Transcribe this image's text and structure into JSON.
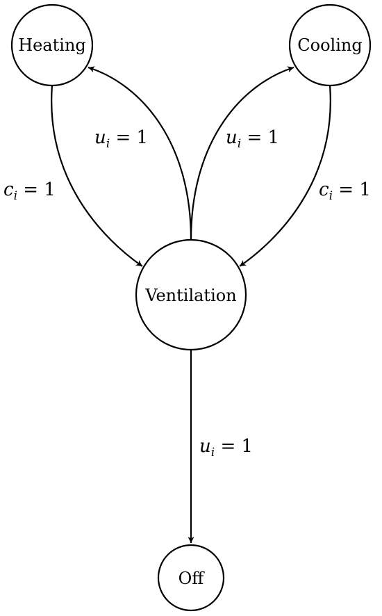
{
  "nodes": {
    "heating": {
      "label": "Heating"
    },
    "cooling": {
      "label": "Cooling"
    },
    "ventilation": {
      "label": "Ventilation"
    },
    "off": {
      "label": "Off"
    }
  },
  "edges": {
    "ventilation_to_heating": {
      "var": "u",
      "sub": "i",
      "eq": " = 1"
    },
    "ventilation_to_cooling": {
      "var": "u",
      "sub": "i",
      "eq": " = 1"
    },
    "heating_to_ventilation": {
      "var": "c",
      "sub": "i",
      "eq": " = 1"
    },
    "cooling_to_ventilation": {
      "var": "c",
      "sub": "i",
      "eq": " = 1"
    },
    "ventilation_to_off": {
      "var": "u",
      "sub": "i",
      "eq": " = 1"
    }
  },
  "colors": {
    "stroke": "#000000",
    "background": "#ffffff"
  }
}
